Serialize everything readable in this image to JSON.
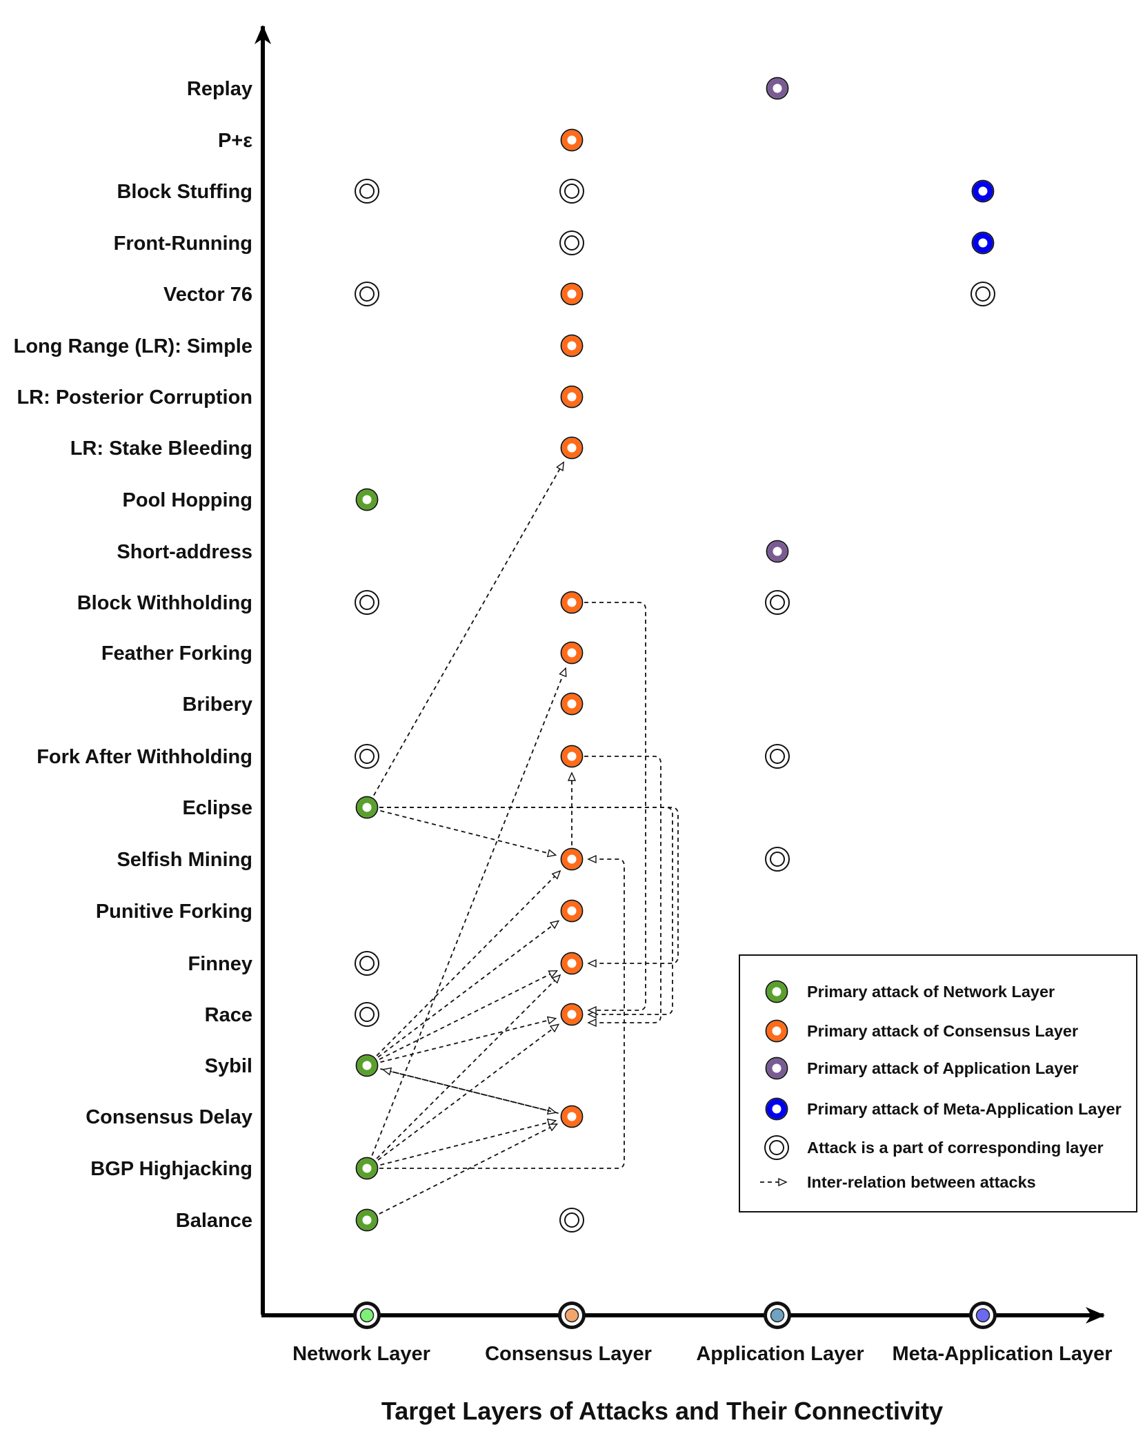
{
  "title": "Target Layers of Attacks and Their Connectivity",
  "colors": {
    "network": "#5aa02c",
    "consensus": "#ff6b1a",
    "application": "#7a5c94",
    "meta": "#0000ee",
    "part": "#111111",
    "network_axis_fill": "#7ef07a",
    "consensus_axis_fill": "#f2a66c",
    "application_axis_fill": "#6fa3c1",
    "meta_axis_fill": "#6a6af0"
  },
  "layers": [
    {
      "key": "network",
      "label": "Network Layer"
    },
    {
      "key": "consensus",
      "label": "Consensus Layer"
    },
    {
      "key": "application",
      "label": "Application Layer"
    },
    {
      "key": "meta",
      "label": "Meta-Application Layer"
    }
  ],
  "attacks": [
    {
      "name": "Replay",
      "marks": {
        "application": "primary"
      }
    },
    {
      "name": "P+ε",
      "marks": {
        "consensus": "primary"
      }
    },
    {
      "name": "Block Stuffing",
      "marks": {
        "network": "part",
        "consensus": "part",
        "meta": "primary"
      }
    },
    {
      "name": "Front-Running",
      "marks": {
        "consensus": "part",
        "meta": "primary"
      }
    },
    {
      "name": "Vector 76",
      "marks": {
        "network": "part",
        "consensus": "primary",
        "meta": "part"
      }
    },
    {
      "name": "Long Range (LR): Simple",
      "marks": {
        "consensus": "primary"
      }
    },
    {
      "name": "LR: Posterior Corruption",
      "marks": {
        "consensus": "primary"
      }
    },
    {
      "name": "LR: Stake Bleeding",
      "marks": {
        "consensus": "primary"
      }
    },
    {
      "name": "Pool Hopping",
      "marks": {
        "network": "primary"
      }
    },
    {
      "name": "Short-address",
      "marks": {
        "application": "primary"
      }
    },
    {
      "name": "Block Withholding",
      "marks": {
        "network": "part",
        "consensus": "primary",
        "application": "part"
      }
    },
    {
      "name": "Feather Forking",
      "marks": {
        "consensus": "primary"
      }
    },
    {
      "name": "Bribery",
      "marks": {
        "consensus": "primary"
      }
    },
    {
      "name": "Fork After Withholding",
      "marks": {
        "network": "part",
        "consensus": "primary",
        "application": "part"
      }
    },
    {
      "name": "Eclipse",
      "marks": {
        "network": "primary"
      }
    },
    {
      "name": "Selfish Mining",
      "marks": {
        "consensus": "primary",
        "application": "part"
      }
    },
    {
      "name": "Punitive Forking",
      "marks": {
        "consensus": "primary"
      }
    },
    {
      "name": "Finney",
      "marks": {
        "network": "part",
        "consensus": "primary"
      }
    },
    {
      "name": "Race",
      "marks": {
        "network": "part",
        "consensus": "primary"
      }
    },
    {
      "name": "Sybil",
      "marks": {
        "network": "primary"
      }
    },
    {
      "name": "Consensus Delay",
      "marks": {
        "consensus": "primary"
      }
    },
    {
      "name": "BGP Highjacking",
      "marks": {
        "network": "primary"
      }
    },
    {
      "name": "Balance",
      "marks": {
        "network": "primary",
        "consensus": "part"
      }
    }
  ],
  "relations": [
    {
      "from": "Eclipse",
      "to": "LR: Stake Bleeding"
    },
    {
      "from": "Eclipse",
      "to": "Selfish Mining"
    },
    {
      "from": "Eclipse",
      "to": "Finney"
    },
    {
      "from": "Eclipse",
      "to": "Race"
    },
    {
      "from": "Block Withholding",
      "to": "Race"
    },
    {
      "from": "Fork After Withholding",
      "to": "Race"
    },
    {
      "from": "Selfish Mining",
      "to": "Fork After Withholding"
    },
    {
      "from": "Sybil",
      "to": "Selfish Mining"
    },
    {
      "from": "Sybil",
      "to": "Punitive Forking"
    },
    {
      "from": "Sybil",
      "to": "Finney"
    },
    {
      "from": "Sybil",
      "to": "Race"
    },
    {
      "from": "Sybil",
      "to": "Consensus Delay"
    },
    {
      "from": "Consensus Delay",
      "to": "Sybil"
    },
    {
      "from": "BGP Highjacking",
      "to": "Feather Forking"
    },
    {
      "from": "BGP Highjacking",
      "to": "Selfish Mining"
    },
    {
      "from": "BGP Highjacking",
      "to": "Finney"
    },
    {
      "from": "BGP Highjacking",
      "to": "Race"
    },
    {
      "from": "BGP Highjacking",
      "to": "Consensus Delay"
    },
    {
      "from": "Balance",
      "to": "Consensus Delay"
    }
  ],
  "legend": [
    {
      "type": "network",
      "label": "Primary attack of Network Layer"
    },
    {
      "type": "consensus",
      "label": "Primary attack of Consensus Layer"
    },
    {
      "type": "application",
      "label": "Primary attack of Application Layer"
    },
    {
      "type": "meta",
      "label": "Primary attack of Meta-Application Layer"
    },
    {
      "type": "part",
      "label": "Attack is a part of corresponding layer"
    },
    {
      "type": "relation",
      "label": "Inter-relation between attacks"
    }
  ]
}
